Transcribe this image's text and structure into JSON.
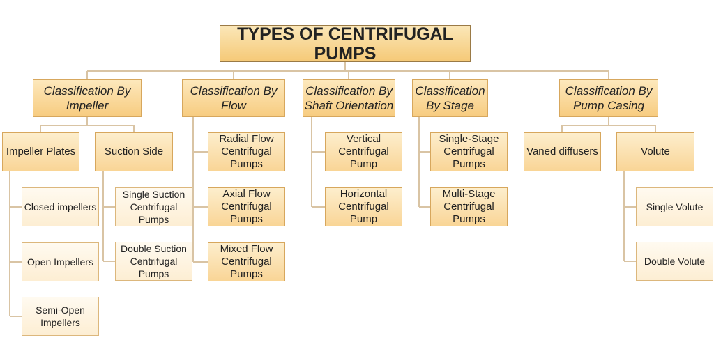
{
  "title": "TYPES OF CENTRIFUGAL PUMPS",
  "categories": {
    "impeller": "Classification By\nImpeller",
    "flow": "Classification By\nFlow",
    "shaft": "Classification By\nShaft Orientation",
    "stage": "Classification\nBy Stage",
    "casing": "Classification By\nPump Casing"
  },
  "impeller": {
    "plates": "Impeller Plates",
    "suction_side": "Suction Side",
    "closed": "Closed impellers",
    "open": "Open Impellers",
    "semi_open": "Semi-Open\nImpellers",
    "single_suction": "Single Suction\nCentrifugal\nPumps",
    "double_suction": "Double Suction\nCentrifugal\nPumps"
  },
  "flow": {
    "radial": "Radial Flow\nCentrifugal\nPumps",
    "axial": "Axial Flow\nCentrifugal\nPumps",
    "mixed": "Mixed Flow\nCentrifugal\nPumps"
  },
  "shaft": {
    "vertical": "Vertical\nCentrifugal\nPump",
    "horizontal": "Horizontal\nCentrifugal\nPump"
  },
  "stage": {
    "single": "Single-Stage\nCentrifugal\nPumps",
    "multi": "Multi-Stage\nCentrifugal\nPumps"
  },
  "casing": {
    "vaned": "Vaned diffusers",
    "volute": "Volute",
    "single_volute": "Single Volute",
    "double_volute": "Double Volute"
  }
}
